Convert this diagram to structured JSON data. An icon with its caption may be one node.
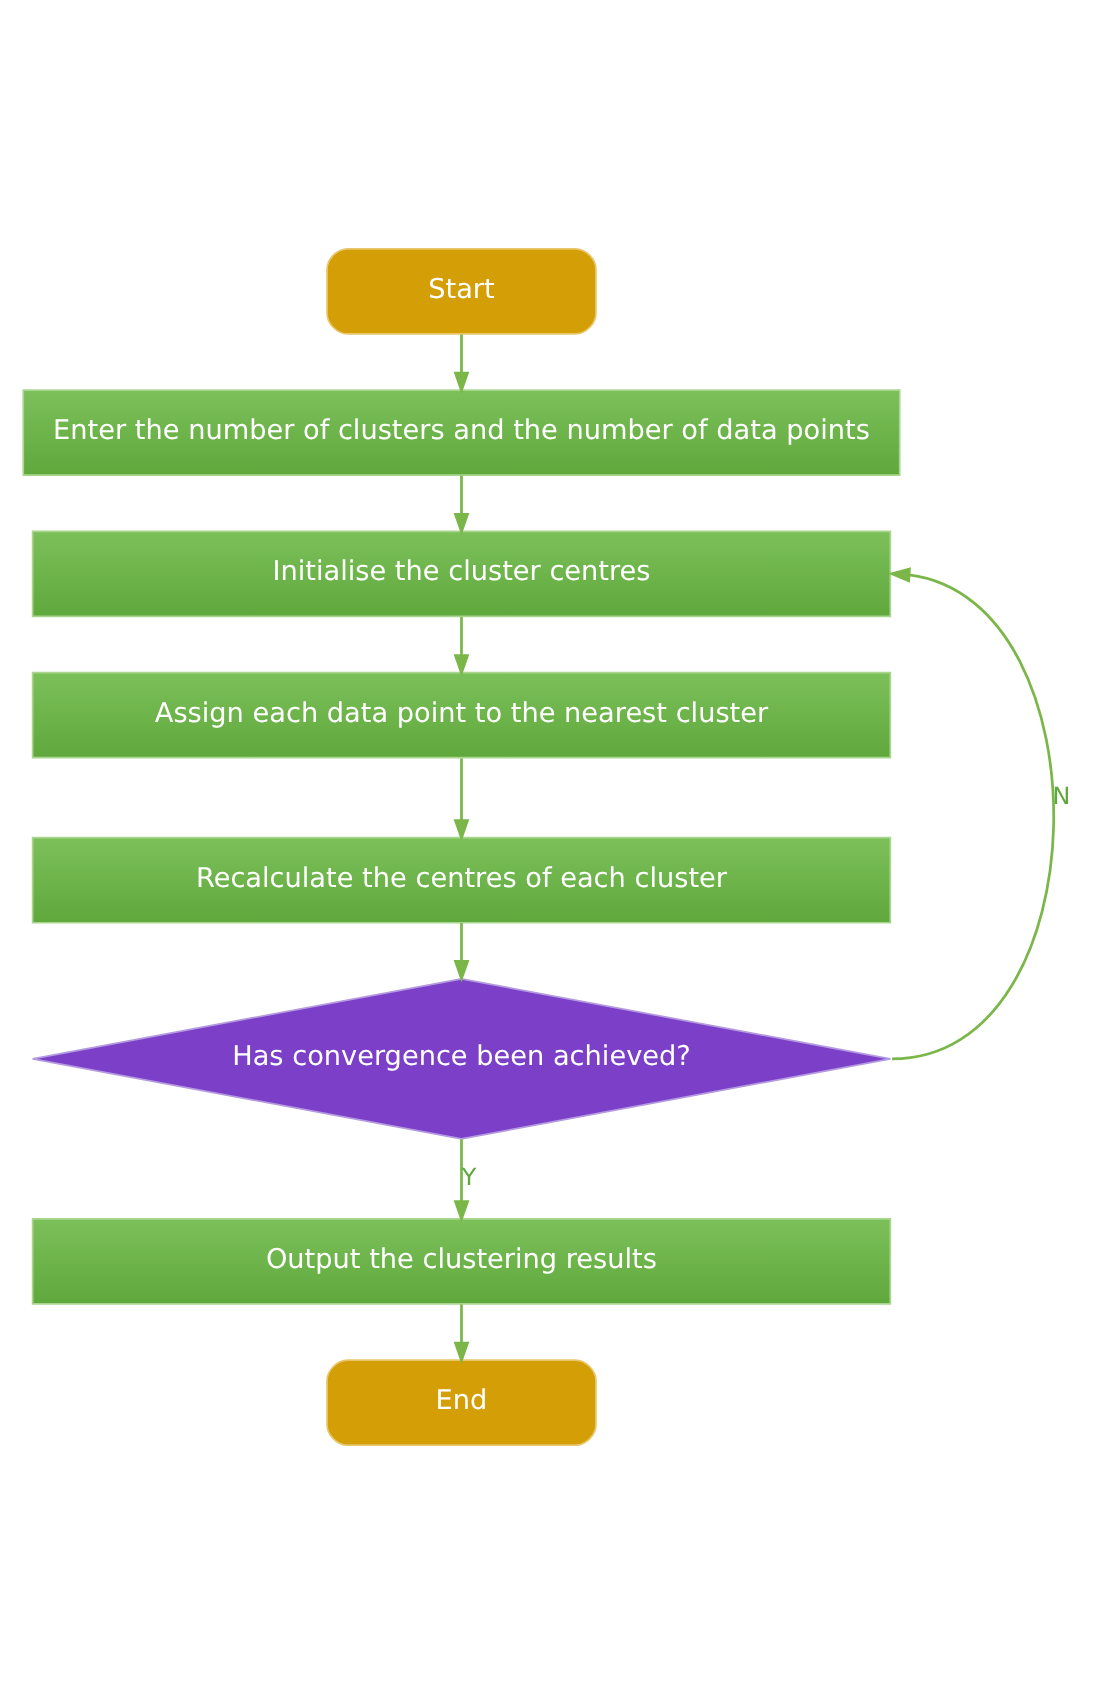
{
  "diagram": {
    "nodes": [
      {
        "text": [
          "Start"
        ]
      },
      {
        "text": [
          "Enter the number of clusters and the number of data points"
        ]
      },
      {
        "text": [
          "Initialise the cluster centres"
        ]
      },
      {
        "text": [
          "Assign each data point to the nearest cluster"
        ]
      },
      {
        "text": [
          "Recalculate the centres of each cluster"
        ]
      },
      {
        "text": [
          "Has convergence been achieved?"
        ]
      },
      {
        "text": [
          "Output the clustering results"
        ]
      },
      {
        "text": [
          "End"
        ]
      }
    ],
    "edges": [
      {
        "from": 0,
        "to": 1,
        "arrow": "to"
      },
      {
        "from": 1,
        "to": 2,
        "arrow": "to"
      },
      {
        "from": 2,
        "to": 3,
        "arrow": "to"
      },
      {
        "from": 3,
        "to": 4,
        "arrow": "to"
      },
      {
        "from": 4,
        "to": 5,
        "arrow": "to"
      },
      {
        "from": 5,
        "to": 2,
        "arrow": "to",
        "label": "N"
      },
      {
        "from": 5,
        "to": 6,
        "arrow": "to",
        "label": "Y"
      },
      {
        "from": 6,
        "to": 7,
        "arrow": "to"
      }
    ]
  }
}
